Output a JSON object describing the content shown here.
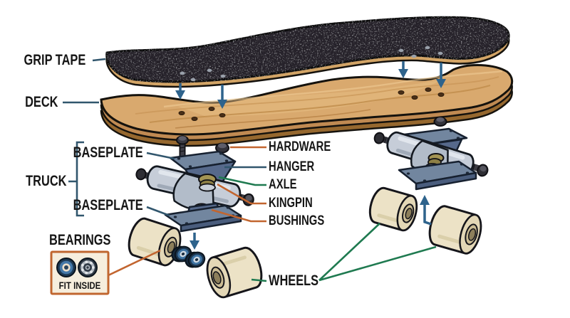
{
  "labels": {
    "grip_tape": "GRIP TAPE",
    "deck": "DECK",
    "truck": "TRUCK",
    "baseplate_top": "BASEPLATE",
    "baseplate_bottom": "BASEPLATE",
    "hardware": "HARDWARE",
    "hanger": "HANGER",
    "axle": "AXLE",
    "kingpin": "KINGPIN",
    "bushings": "BUSHINGS",
    "bearings": "BEARINGS",
    "fit_inside": "FIT INSIDE",
    "wheels": "WHEELS"
  },
  "colors": {
    "background": "#ffffff",
    "label_text": "#161616",
    "line_slate": "#31566d",
    "line_orange": "#c2652f",
    "line_green": "#1f7a50",
    "arrow_blue": "#2e638c",
    "grip_tape_surface": "#28242b",
    "deck_wood": "#d9a96e",
    "truck_plate": "#72869f",
    "truck_hanger": "#c6cdd8",
    "bushing_olive": "#a39454",
    "wheel_cream": "#ece2c6",
    "bearing_navy": "#1d3750",
    "bearing_ring_blue": "#4478a8",
    "fit_box_bg": "#f6eedd",
    "fit_box_border": "#c0662f"
  }
}
